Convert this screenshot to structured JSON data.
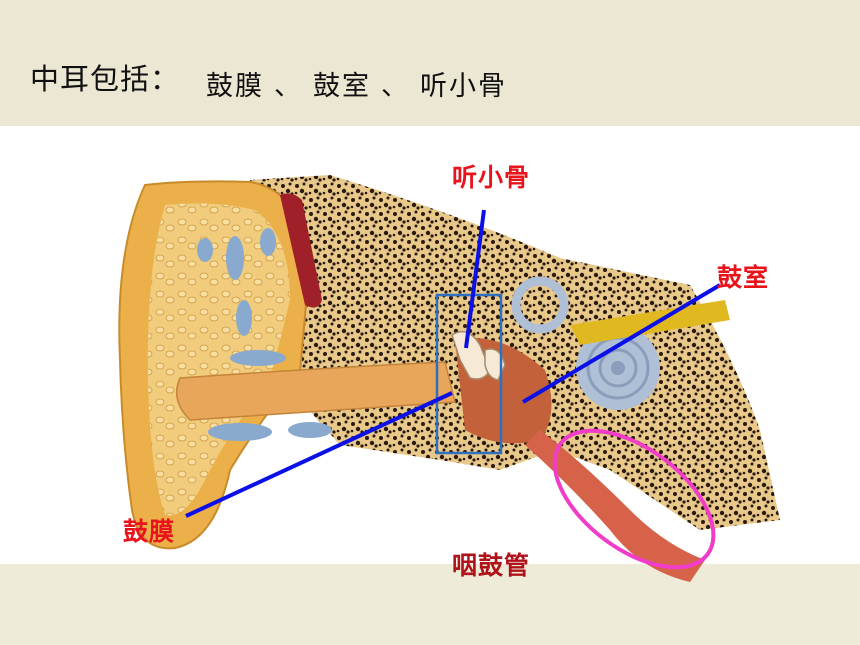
{
  "header": {
    "title": "中耳包括：",
    "items": [
      "鼓膜",
      "、",
      "鼓室",
      "、",
      "听小骨"
    ]
  },
  "labels": {
    "ossicles": "听小骨",
    "tympanic_cavity": "鼓室",
    "eardrum": "鼓膜",
    "eustachian_tube": "咽鼓管"
  },
  "colors": {
    "pointer_line": "#0a10e6",
    "highlight_box": "#2f6fc0",
    "tube_ellipse": "#f03cc8",
    "label_text": "#e8141c"
  }
}
